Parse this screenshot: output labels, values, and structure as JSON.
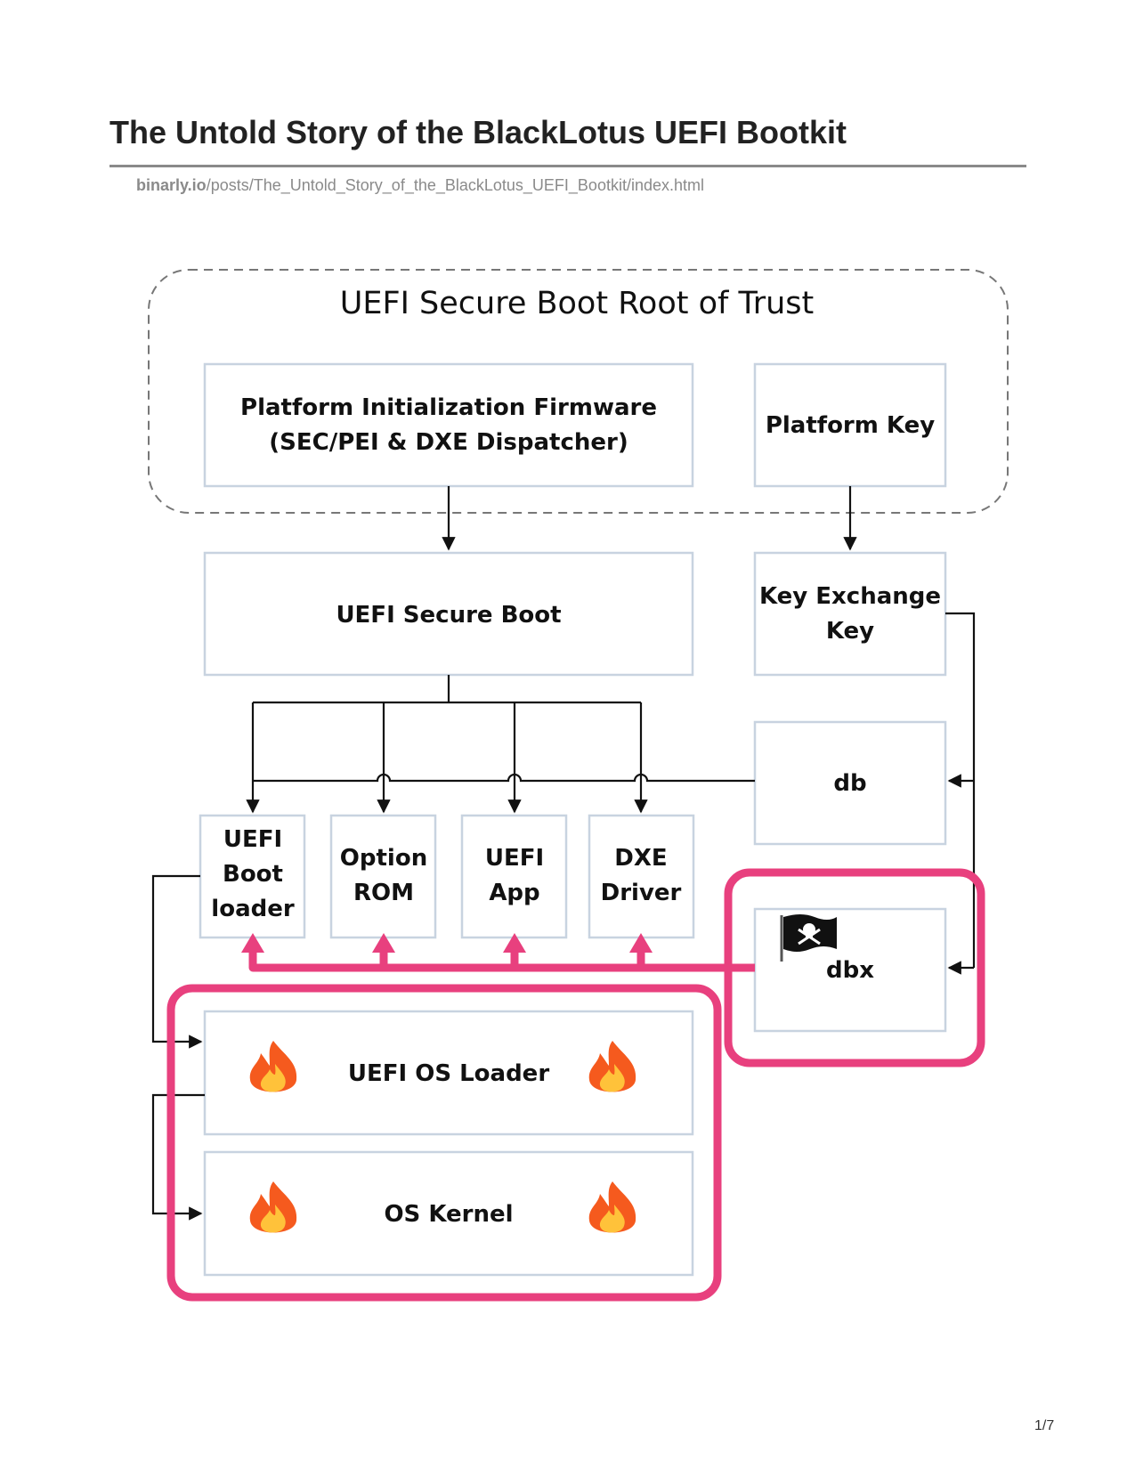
{
  "page": {
    "title": "The Untold Story of the BlackLotus UEFI Bootkit",
    "url_host": "binarly.io",
    "url_path": "/posts/The_Untold_Story_of_the_BlackLotus_UEFI_Bootkit/index.html",
    "page_number": "1/7"
  },
  "diagram": {
    "root_title": "UEFI Secure Boot Root of Trust",
    "pi_firmware": [
      "Platform Initialization Firmware",
      "(SEC/PEI & DXE Dispatcher)"
    ],
    "platform_key": "Platform Key",
    "secure_boot": "UEFI Secure Boot",
    "kek": [
      "Key Exchange",
      "Key"
    ],
    "db": "db",
    "dbx": "dbx",
    "boot_loader": [
      "UEFI",
      "Boot",
      "loader"
    ],
    "option_rom": [
      "Option",
      "ROM"
    ],
    "uefi_app": [
      "UEFI",
      "App"
    ],
    "dxe_driver": [
      "DXE",
      "Driver"
    ],
    "os_loader": "UEFI OS Loader",
    "os_kernel": "OS Kernel",
    "colors": {
      "highlight": "#e8407e",
      "box_border": "#c8d3e0",
      "line": "#111111",
      "dashed": "#777777"
    },
    "icons": {
      "pirate_flag": "pirate-flag-icon",
      "fire": "fire-icon"
    }
  }
}
